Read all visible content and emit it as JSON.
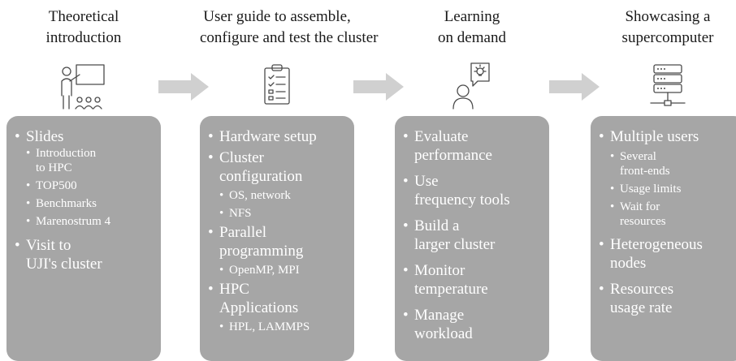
{
  "columns": [
    {
      "title": [
        "Theoretical",
        "introduction"
      ],
      "icon": "presenter-icon",
      "items": [
        {
          "text": [
            "Slides"
          ],
          "sub": [
            {
              "text": [
                "Introduction",
                "to HPC"
              ]
            },
            {
              "text": [
                "TOP500"
              ]
            },
            {
              "text": [
                "Benchmarks"
              ]
            },
            {
              "text": [
                "Marenostrum 4"
              ]
            }
          ]
        },
        {
          "text": [
            "Visit to",
            "UJI's cluster"
          ],
          "sub": []
        }
      ]
    },
    {
      "title": [
        "User guide to assemble,",
        "configure and test the cluster"
      ],
      "icon": "checklist-icon",
      "items": [
        {
          "text": [
            "Hardware setup"
          ],
          "sub": []
        },
        {
          "text": [
            "Cluster",
            "configuration"
          ],
          "sub": [
            {
              "text": [
                "OS, network"
              ]
            },
            {
              "text": [
                "NFS"
              ]
            }
          ]
        },
        {
          "text": [
            "Parallel",
            "programming"
          ],
          "sub": [
            {
              "text": [
                "OpenMP, MPI"
              ]
            }
          ]
        },
        {
          "text": [
            "HPC",
            "Applications"
          ],
          "sub": [
            {
              "text": [
                "HPL, LAMMPS"
              ]
            }
          ]
        }
      ]
    },
    {
      "title": [
        "Learning",
        "on demand"
      ],
      "icon": "idea-person-icon",
      "items": [
        {
          "text": [
            "Evaluate",
            "performance"
          ],
          "sub": []
        },
        {
          "text": [
            "Use",
            "frequency tools"
          ],
          "sub": []
        },
        {
          "text": [
            "Build a",
            "larger cluster"
          ],
          "sub": []
        },
        {
          "text": [
            "Monitor",
            "temperature"
          ],
          "sub": []
        },
        {
          "text": [
            "Manage",
            "workload"
          ],
          "sub": []
        }
      ]
    },
    {
      "title": [
        "Showcasing a",
        "supercomputer"
      ],
      "icon": "server-icon",
      "items": [
        {
          "text": [
            "Multiple users"
          ],
          "sub": [
            {
              "text": [
                "Several",
                "front-ends"
              ]
            },
            {
              "text": [
                "Usage limits"
              ]
            },
            {
              "text": [
                "Wait for",
                "resources"
              ]
            }
          ]
        },
        {
          "text": [
            "Heterogeneous",
            "nodes"
          ],
          "sub": []
        },
        {
          "text": [
            "Resources",
            "usage rate"
          ],
          "sub": []
        }
      ]
    }
  ],
  "colors": {
    "box": "#a6a6a6",
    "arrow": "#d0d0d0",
    "icon": "#4a4a4a",
    "text": "#ffffff"
  }
}
